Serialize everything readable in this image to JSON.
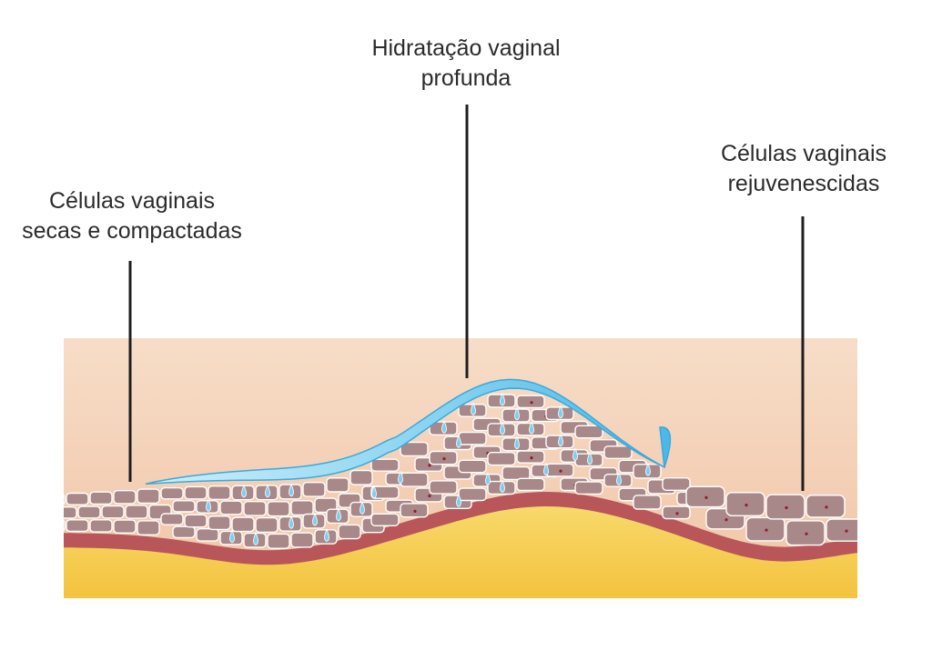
{
  "labels": {
    "left": {
      "line1": "Células vaginais",
      "line2": "secas e compactadas"
    },
    "center": {
      "line1": "Hidratação vaginal",
      "line2": "profunda"
    },
    "right": {
      "line1": "Células vaginais",
      "line2": "rejuvenescidas"
    }
  },
  "colors": {
    "background_top": "#f7ddc8",
    "background_bottom": "#f0c4a6",
    "fat_layer_top": "#f7d96a",
    "fat_layer_bottom": "#f4c23e",
    "cell_fill": "#a98889",
    "cell_stroke": "#ffffff",
    "membrane": "#b8565a",
    "nucleus": "#8c1f2a",
    "water_drop": "#7fcfec",
    "hydration_film": "#58c1ea",
    "leader_line": "#1e1e1e"
  }
}
